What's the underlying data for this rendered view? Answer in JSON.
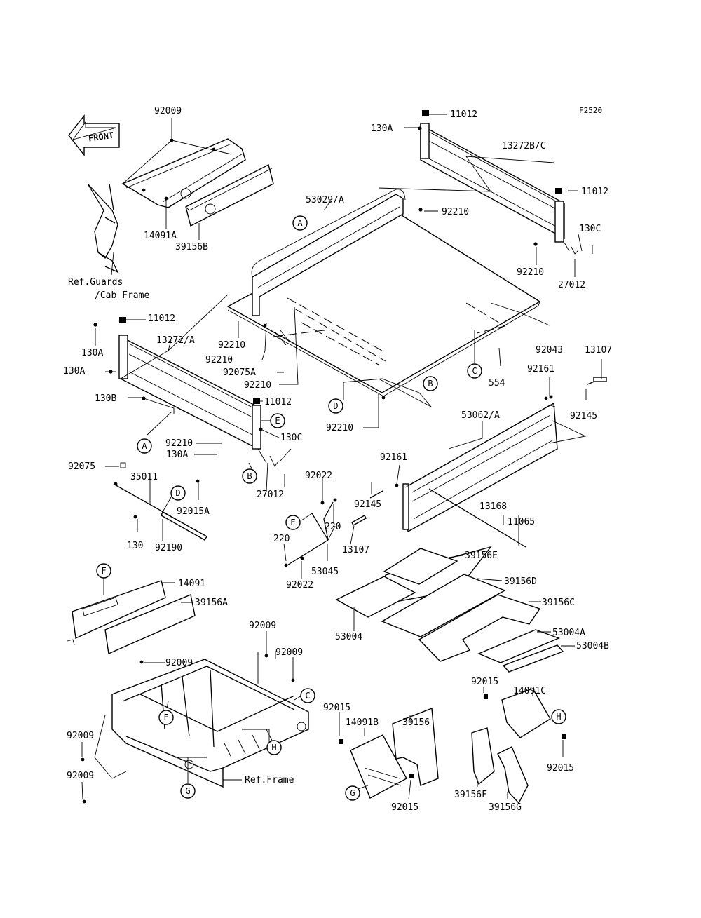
{
  "figure_code": "F2520",
  "front_arrow_label": "FRONT",
  "references": {
    "guards_line1": "Ref.Guards",
    "guards_line2": "/Cab Frame",
    "frame": "Ref.Frame"
  },
  "callouts": {
    "A": "A",
    "B": "B",
    "C": "C",
    "D": "D",
    "E": "E",
    "F": "F",
    "G": "G",
    "H": "H"
  },
  "part_labels": [
    "92009",
    "14091A",
    "39156B",
    "11012",
    "130A",
    "13272B/C",
    "11012",
    "53029/A",
    "92210",
    "130C",
    "92210",
    "27012",
    "11012",
    "130A",
    "13272/A",
    "92210",
    "92210",
    "130A",
    "92075A",
    "92210",
    "92043",
    "13107",
    "554",
    "92161",
    "92145",
    "130B",
    "11012",
    "92210",
    "53062/A",
    "92210",
    "130C",
    "130A",
    "92075",
    "35011",
    "92161",
    "92022",
    "27012",
    "92015A",
    "92145",
    "220",
    "13168",
    "11065",
    "130",
    "92190",
    "220",
    "13107",
    "53045",
    "92022",
    "39156E",
    "39156D",
    "14091",
    "39156A",
    "39156C",
    "53004",
    "53004A",
    "53004B",
    "92009",
    "92009",
    "92009",
    "92015",
    "14091C",
    "92015",
    "14091B",
    "39156",
    "92009",
    "92009",
    "92015",
    "92015",
    "39156F",
    "39156G"
  ]
}
